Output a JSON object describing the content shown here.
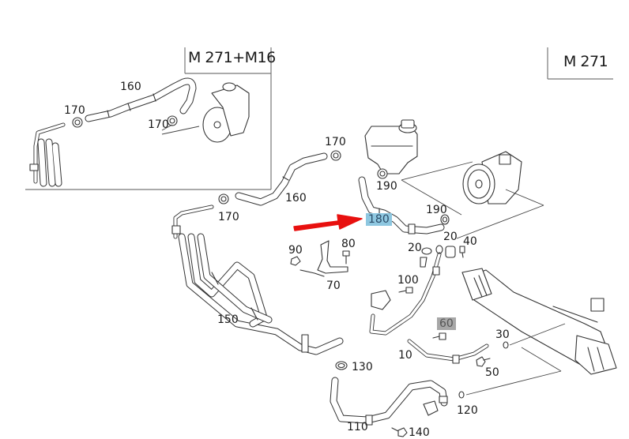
{
  "diagram": {
    "title": "Power steering hoses and pump exploded parts diagram",
    "variants": {
      "inset_label": "M 271+M16",
      "main_label": "M 271"
    },
    "colors": {
      "line": "#333333",
      "arrow": "#e8100f",
      "highlight_selected": "#8ec7e0",
      "highlight_secondary": "#a7a7a7"
    },
    "selected_part": "180",
    "callouts": {
      "inset_160": "160",
      "inset_170_a": "170",
      "inset_170_b": "170",
      "p170_top": "170",
      "p170_left": "170",
      "p160": "160",
      "p190_a": "190",
      "p190_b": "190",
      "p180": "180",
      "p20_a": "20",
      "p20_b": "20",
      "p40": "40",
      "p90": "90",
      "p80": "80",
      "p70": "70",
      "p100": "100",
      "p150": "150",
      "p60": "60",
      "p30": "30",
      "p10": "10",
      "p50": "50",
      "p130": "130",
      "p120": "120",
      "p110": "110",
      "p140": "140"
    }
  }
}
